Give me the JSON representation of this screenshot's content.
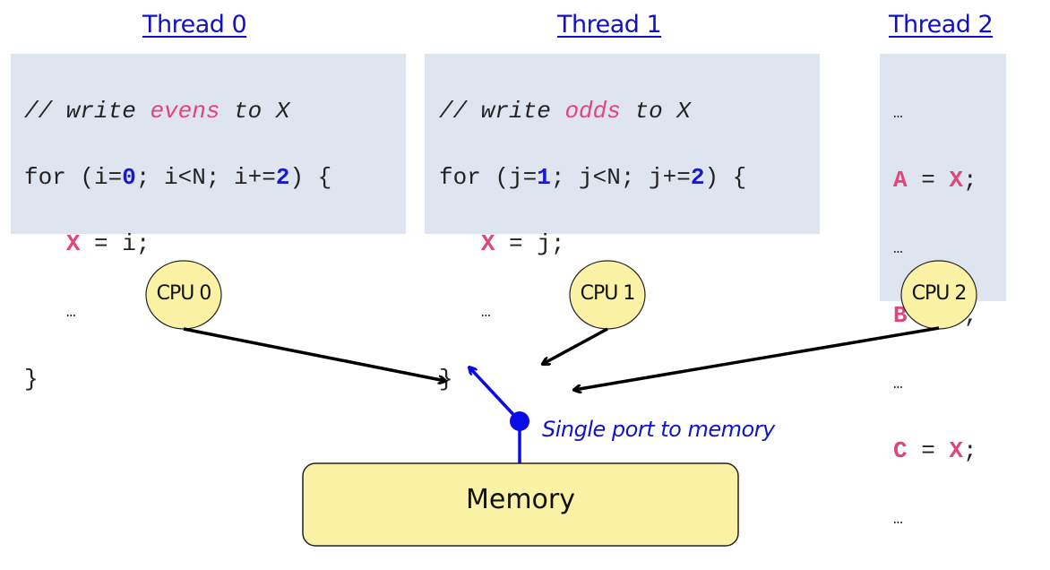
{
  "colors": {
    "title": "#1010c8",
    "code_bg": "#dfe5ef",
    "variable_highlight": "#e0457b",
    "constant_highlight": "#1a1acc",
    "cpu_fill": "#fbf2a6",
    "memory_fill": "#fbf2a6",
    "port_color": "#0b0bea",
    "arrow_color": "#000000"
  },
  "threads": [
    {
      "title": "Thread 0",
      "comment_prefix": "// write ",
      "comment_highlight": "evens",
      "comment_suffix": " to X",
      "loop_head_a": "for (i=",
      "loop_start": "0",
      "loop_head_b": "; i<N; i+=",
      "loop_step": "2",
      "loop_head_c": ") {",
      "body_indent": "   ",
      "body_var": "X",
      "body_rest": " = i;",
      "ellipsis": "…",
      "close": "}"
    },
    {
      "title": "Thread 1",
      "comment_prefix": "// write ",
      "comment_highlight": "odds",
      "comment_suffix": " to X",
      "loop_head_a": "for (j=",
      "loop_start": "1",
      "loop_head_b": "; j<N; j+=",
      "loop_step": "2",
      "loop_head_c": ") {",
      "body_indent": "   ",
      "body_var": "X",
      "body_rest": " = j;",
      "ellipsis": "…",
      "close": "}"
    },
    {
      "title": "Thread 2",
      "ellipsis": "…",
      "reads": [
        {
          "lhs": "A",
          "op": " = ",
          "rhs": "X",
          "end": ";"
        },
        {
          "lhs": "B",
          "op": " = ",
          "rhs": "X",
          "end": ";"
        },
        {
          "lhs": "C",
          "op": " = ",
          "rhs": "X",
          "end": ";"
        }
      ]
    }
  ],
  "cpus": [
    {
      "label": "CPU 0"
    },
    {
      "label": "CPU 1"
    },
    {
      "label": "CPU 2"
    }
  ],
  "memory": {
    "label": "Memory"
  },
  "port": {
    "label": "Single port to memory"
  }
}
